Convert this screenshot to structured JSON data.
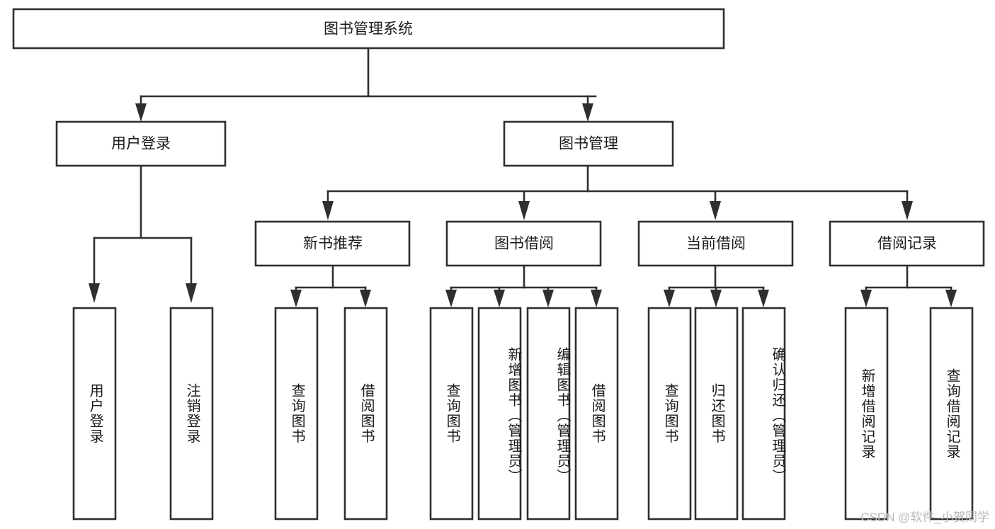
{
  "diagram": {
    "type": "tree",
    "title": "图书管理系统",
    "root": {
      "label": "图书管理系统",
      "orientation": "horizontal"
    },
    "level2": [
      {
        "label": "用户登录",
        "orientation": "horizontal"
      },
      {
        "label": "图书管理",
        "orientation": "horizontal"
      }
    ],
    "level3": [
      {
        "label": "新书推荐",
        "orientation": "horizontal",
        "parent": "图书管理"
      },
      {
        "label": "图书借阅",
        "orientation": "horizontal",
        "parent": "图书管理"
      },
      {
        "label": "当前借阅",
        "orientation": "horizontal",
        "parent": "图书管理"
      },
      {
        "label": "借阅记录",
        "orientation": "horizontal",
        "parent": "图书管理"
      }
    ],
    "leaves": [
      {
        "label": "用户登录",
        "orientation": "vertical",
        "parent": "用户登录"
      },
      {
        "label": "注销登录",
        "orientation": "vertical",
        "parent": "用户登录"
      },
      {
        "label": "查询图书",
        "orientation": "vertical",
        "parent": "新书推荐"
      },
      {
        "label": "借阅图书",
        "orientation": "vertical",
        "parent": "新书推荐"
      },
      {
        "label": "查询图书",
        "orientation": "vertical",
        "parent": "图书借阅"
      },
      {
        "label": "新增图书（管理员）",
        "orientation": "vertical",
        "parent": "图书借阅"
      },
      {
        "label": "编辑图书（管理员）",
        "orientation": "vertical",
        "parent": "图书借阅"
      },
      {
        "label": "借阅图书",
        "orientation": "vertical",
        "parent": "图书借阅"
      },
      {
        "label": "查询图书",
        "orientation": "vertical",
        "parent": "当前借阅"
      },
      {
        "label": "归还图书",
        "orientation": "vertical",
        "parent": "当前借阅"
      },
      {
        "label": "确认归还（管理员）",
        "orientation": "vertical",
        "parent": "当前借阅"
      },
      {
        "label": "新增借阅记录",
        "orientation": "vertical",
        "parent": "借阅记录"
      },
      {
        "label": "查询借阅记录",
        "orientation": "vertical",
        "parent": "借阅记录"
      }
    ],
    "colors": {
      "background": "#ffffff",
      "box_fill": "#ffffff",
      "box_stroke": "#2f2f2f",
      "connector": "#2f2f2f",
      "text": "#1a1a1a",
      "watermark": "#b9b9b9"
    }
  },
  "watermark": {
    "text": "CSDN @软件_小贺同学"
  }
}
